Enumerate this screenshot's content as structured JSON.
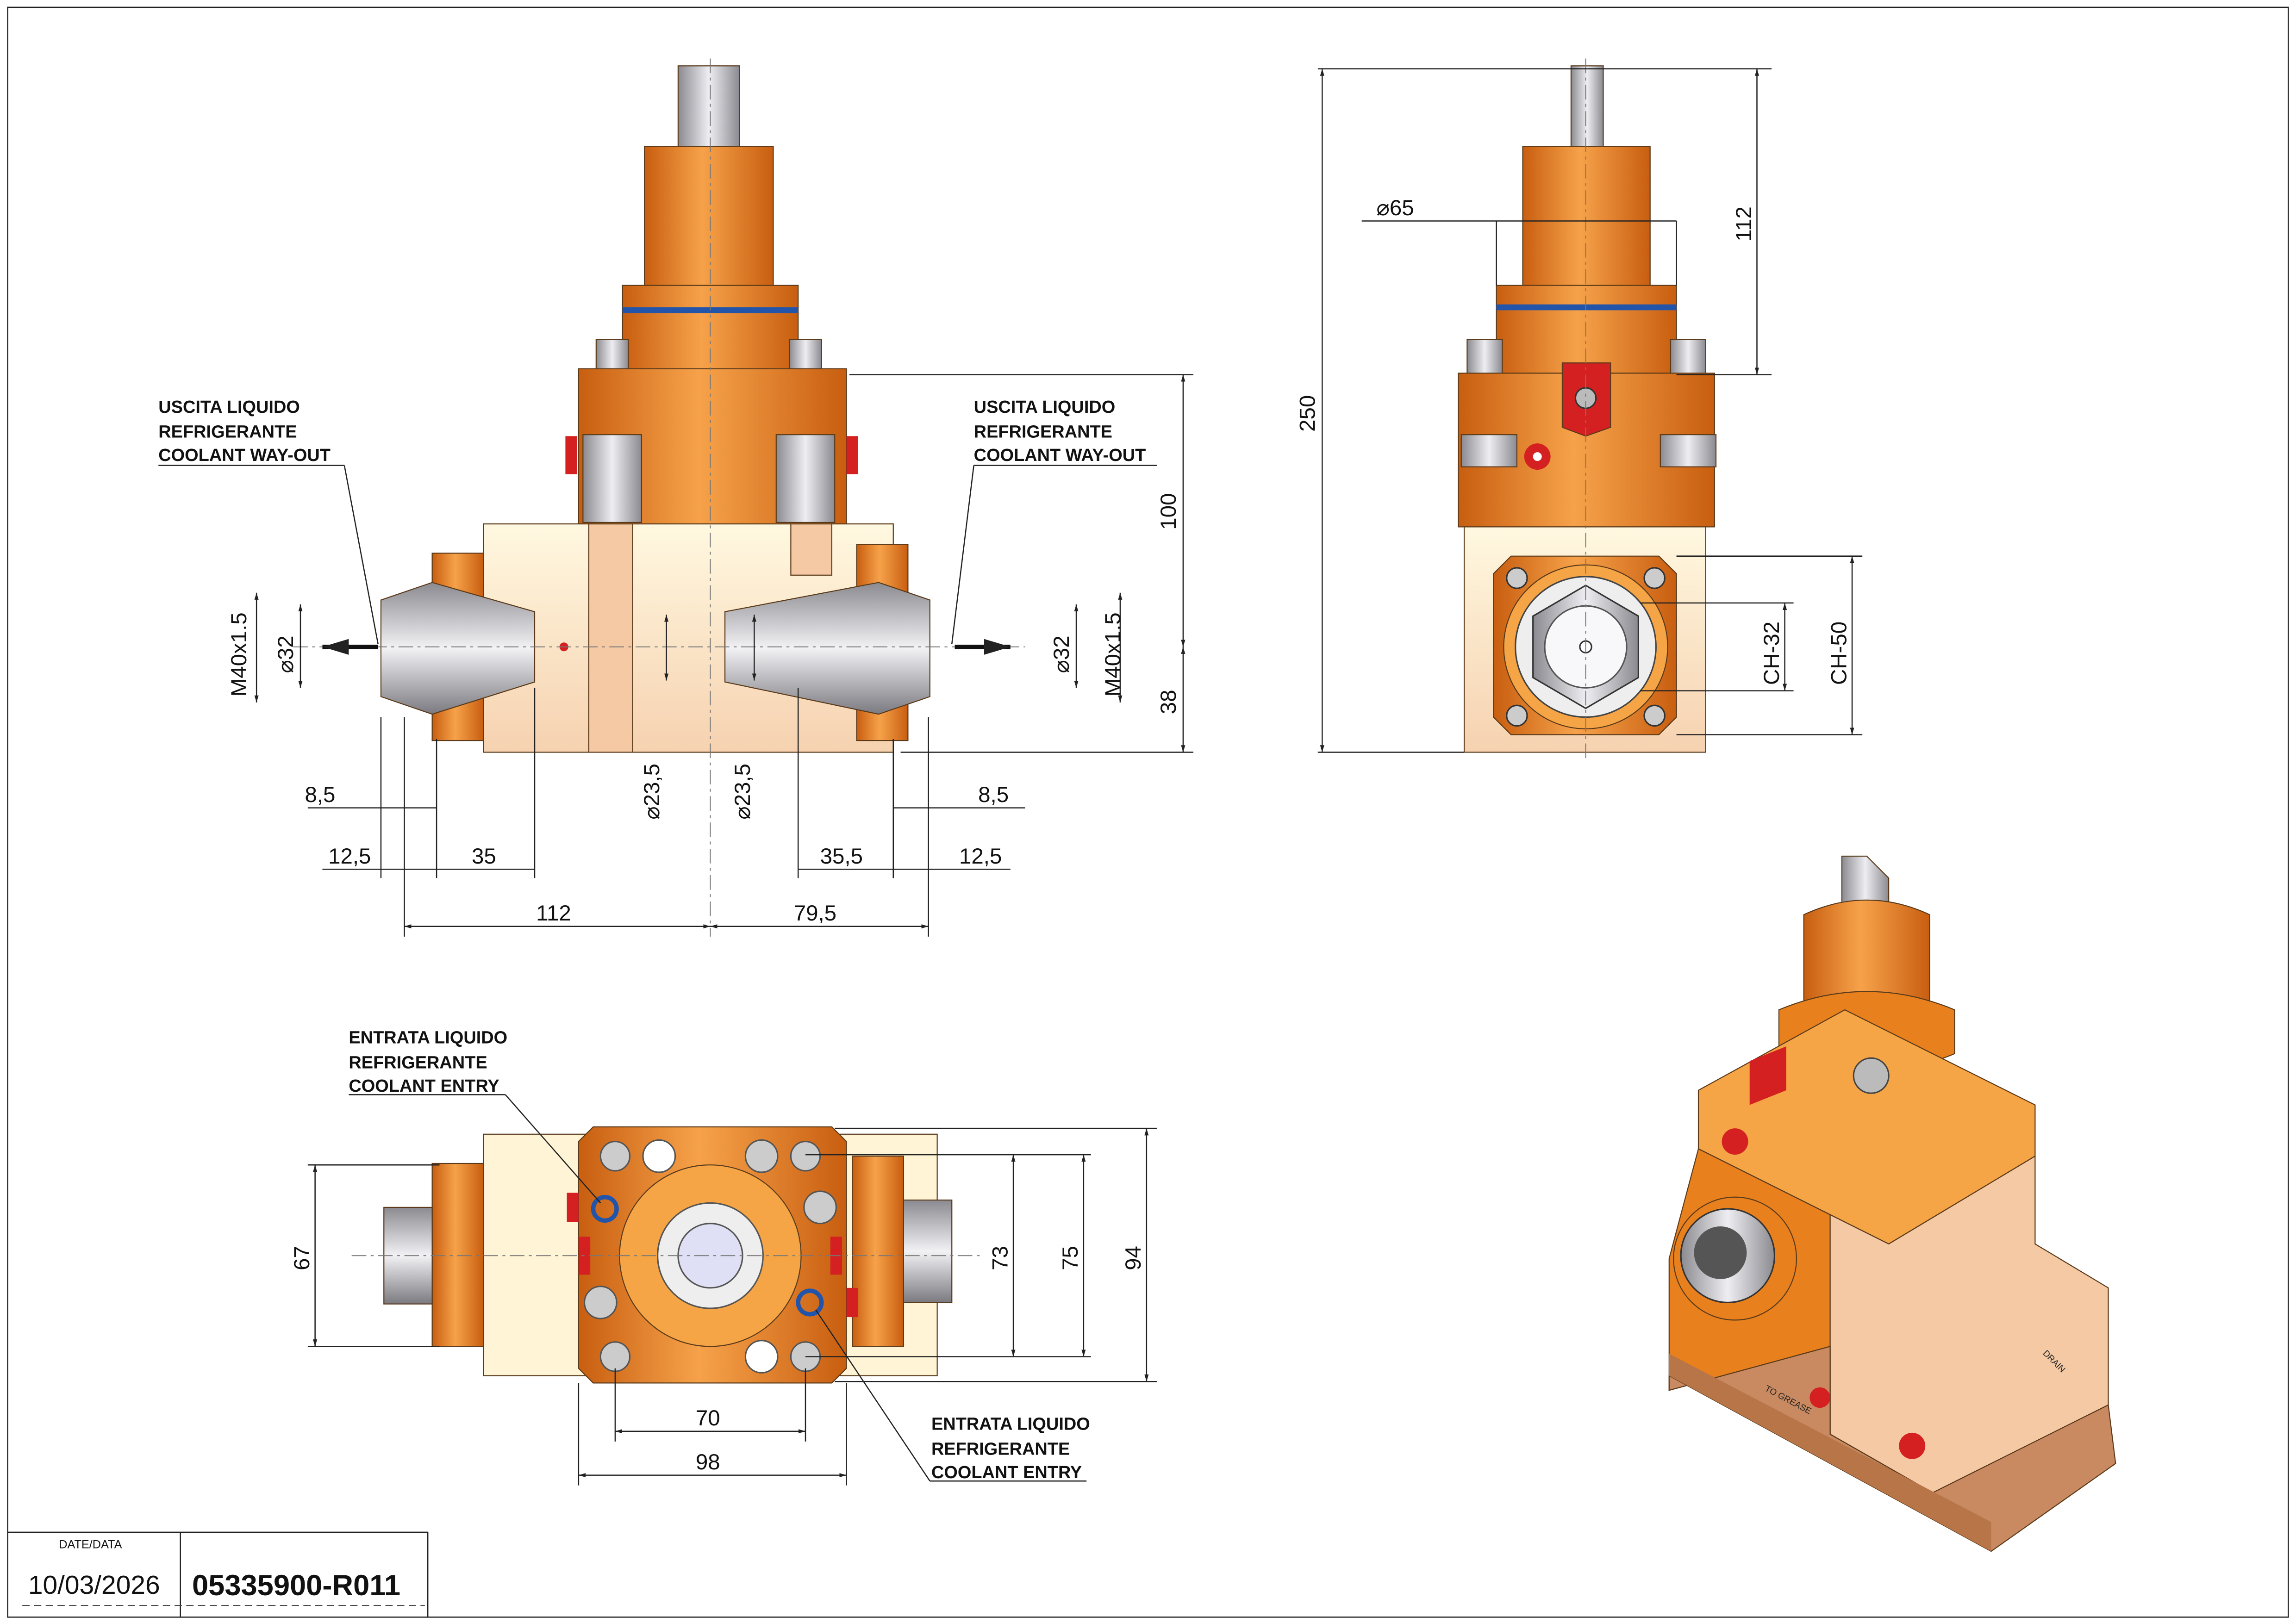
{
  "drawing": {
    "front_view": {
      "left_label": [
        "USCITA LIQUIDO",
        "REFRIGERANTE",
        "COOLANT WAY-OUT"
      ],
      "right_label": [
        "USCITA LIQUIDO",
        "REFRIGERANTE",
        "COOLANT WAY-OUT"
      ],
      "dims": {
        "m40_left": "M40x1.5",
        "d32_left": "⌀32",
        "m40_right": "M40x1.5",
        "d32_right": "⌀32",
        "d235_left": "⌀23,5",
        "d235_right": "⌀23,5",
        "h100": "100",
        "h38": "38",
        "l85": "8,5",
        "r85": "8,5",
        "l125": "12,5",
        "l35": "35",
        "r355": "35,5",
        "r125": "12,5",
        "l112": "112",
        "r795": "79,5"
      }
    },
    "side_view": {
      "dims": {
        "d65": "⌀65",
        "h112": "112",
        "h250": "250",
        "ch32": "CH-32",
        "ch50": "CH-50"
      }
    },
    "bottom_view": {
      "top_label": [
        "ENTRATA LIQUIDO",
        "REFRIGERANTE",
        "COOLANT ENTRY"
      ],
      "bottom_label": [
        "ENTRATA LIQUIDO",
        "REFRIGERANTE",
        "COOLANT ENTRY"
      ],
      "dims": {
        "h67": "67",
        "h73": "73",
        "h75": "75",
        "h94": "94",
        "w70": "70",
        "w98": "98"
      }
    },
    "iso_view": {
      "labels": {
        "grease": "TO GREASE",
        "drain": "DRAIN"
      }
    }
  },
  "title_block": {
    "date_label": "DATE/DATA",
    "date": "10/03/2026",
    "code": "05335900-R011"
  },
  "colors": {
    "orange": "#E8801E",
    "light_orange": "#F5A545",
    "cream": "#FFF5D6",
    "peach": "#F4C9A4",
    "steel": "#B8B8BC",
    "red": "#D42020",
    "blue": "#2255AA"
  }
}
